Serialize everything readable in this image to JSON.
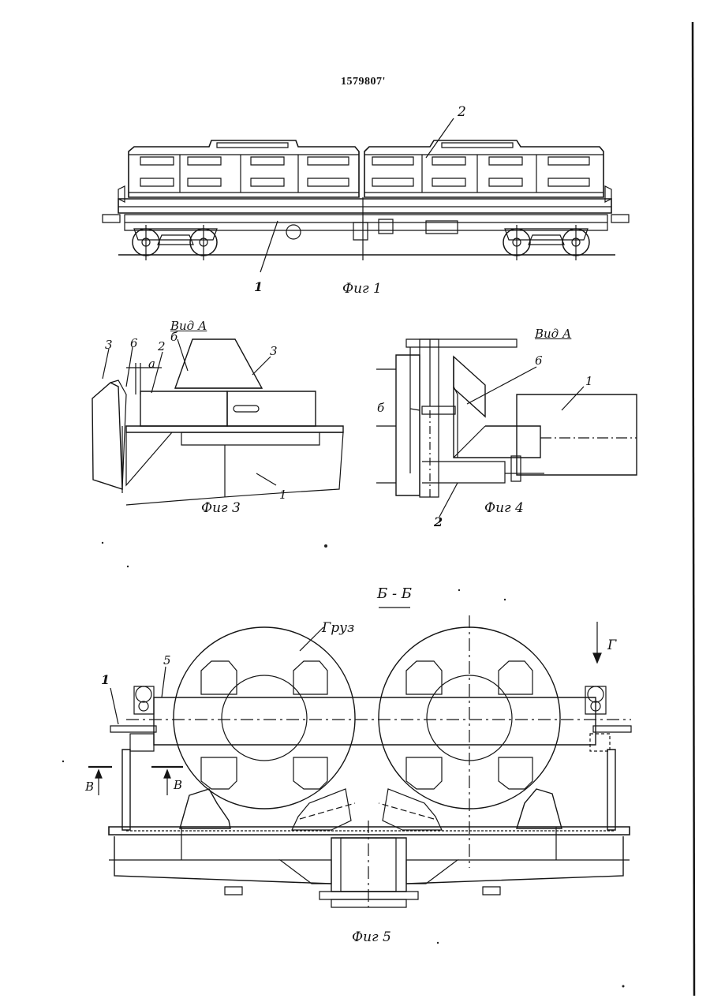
{
  "patent_number": "1579807",
  "patent_mark": "'",
  "fig1": {
    "caption": "Фиг 1",
    "labels": [
      "1",
      "2"
    ]
  },
  "fig3": {
    "caption": "Фиг 3",
    "view": "Вид А",
    "labels": [
      "3",
      "6",
      "2",
      "а",
      "б",
      "3",
      "1"
    ]
  },
  "fig4": {
    "caption": "Фиг 4",
    "view": "Вид А",
    "labels": [
      "6",
      "б",
      "1",
      "2"
    ]
  },
  "fig5": {
    "caption": "Фиг 5",
    "section": "Б - Б",
    "cargo": "Груз",
    "labels": [
      "1",
      "5",
      "Г",
      "В",
      "В"
    ]
  }
}
